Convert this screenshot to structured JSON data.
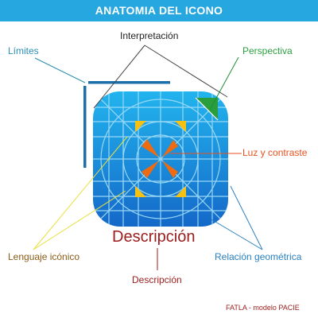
{
  "header": {
    "title": "ANATOMIA DEL ICONO"
  },
  "labels": {
    "interpretacion": "Interpretación",
    "limites": "Límites",
    "perspectiva": "Perspectiva",
    "luz_contraste": "Luz y contraste",
    "lenguaje_iconico": "Lenguaje icónico",
    "relacion_geometrica": "Relación geométrica",
    "descripcion_titulo": "Descripción",
    "descripcion": "Descripción"
  },
  "credit": "FATLA - modelo PACIE",
  "colors": {
    "header": "#27a7df",
    "interpretacion": "#222222",
    "limites": "#2a8fb4",
    "perspectiva": "#2ea043",
    "luz_contraste": "#e8511f",
    "lenguaje_iconico": "#8a5c18",
    "relacion_geometrica": "#2a80c0",
    "descripcion": "#9c1c1c",
    "icon_top": "#22b4ee",
    "icon_bottom": "#1468c8",
    "grid": "#9edcf7",
    "triangles": "#f06a10",
    "corners": "#f5c112",
    "perspective_marker": "#2a9d3d"
  }
}
